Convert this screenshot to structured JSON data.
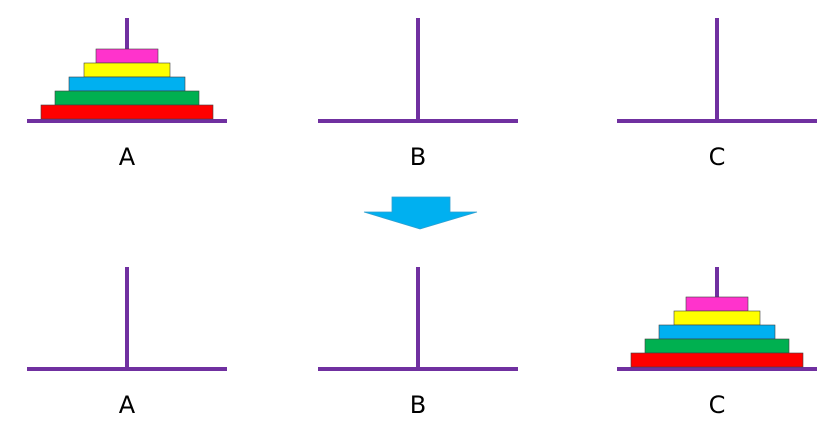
{
  "colors": {
    "peg": "#7030a0",
    "arrow": "#00b0f0",
    "disk_outline": "#404040"
  },
  "disks": [
    {
      "name": "disk-1-magenta",
      "color": "#ff33cc"
    },
    {
      "name": "disk-2-yellow",
      "color": "#ffff00"
    },
    {
      "name": "disk-3-cyan",
      "color": "#00b0f0"
    },
    {
      "name": "disk-4-green",
      "color": "#00b050"
    },
    {
      "name": "disk-5-red",
      "color": "#ff0000"
    }
  ],
  "states": [
    {
      "name": "initial-state",
      "pegs": [
        {
          "label": "A",
          "disk_count": 5
        },
        {
          "label": "B",
          "disk_count": 0
        },
        {
          "label": "C",
          "disk_count": 0
        }
      ]
    },
    {
      "name": "final-state",
      "pegs": [
        {
          "label": "A",
          "disk_count": 0
        },
        {
          "label": "B",
          "disk_count": 0
        },
        {
          "label": "C",
          "disk_count": 5
        }
      ]
    }
  ],
  "arrow": {
    "direction": "down",
    "icon": "down-arrow-icon"
  }
}
